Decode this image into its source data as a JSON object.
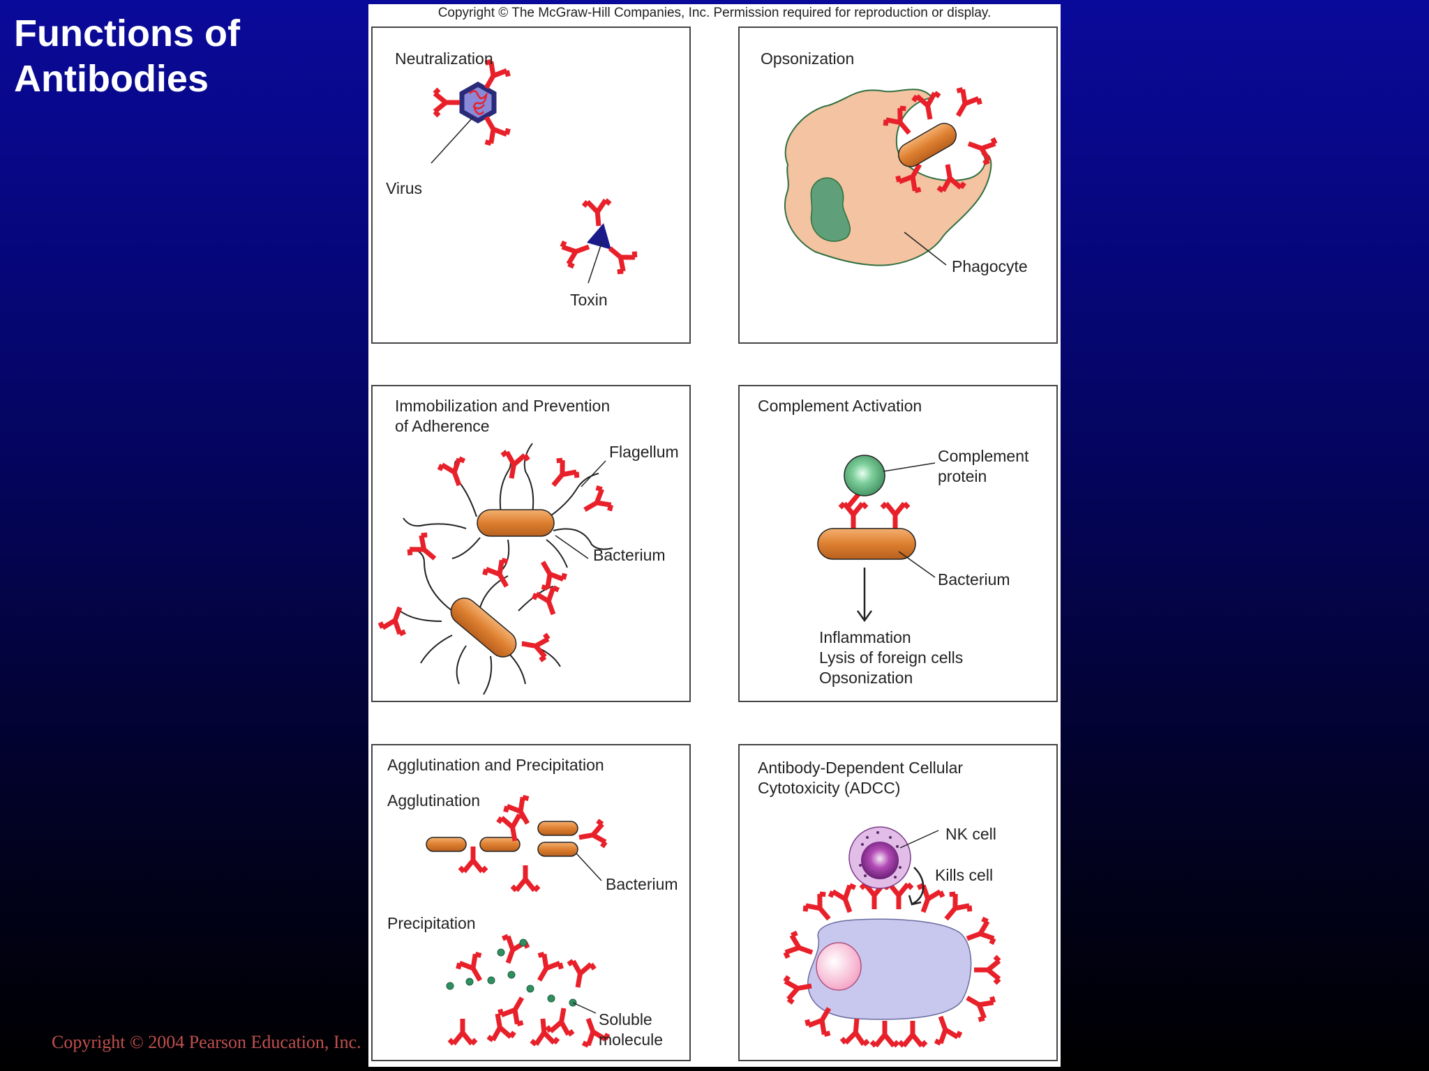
{
  "slide": {
    "title": "Functions of Antibodies",
    "footer": "Copyright © 2004 Pearson Education, Inc."
  },
  "figure": {
    "copyright": "Copyright © The McGraw-Hill Companies, Inc. Permission required for reproduction or display.",
    "panels": {
      "neutralization": {
        "title": "Neutralization",
        "virus": "Virus",
        "toxin": "Toxin"
      },
      "opsonization": {
        "title": "Opsonization",
        "phagocyte": "Phagocyte"
      },
      "immobilization": {
        "title_line1": "Immobilization and Prevention",
        "title_line2": "of Adherence",
        "flagellum": "Flagellum",
        "bacterium": "Bacterium"
      },
      "complement": {
        "title": "Complement Activation",
        "protein_line1": "Complement",
        "protein_line2": "protein",
        "bacterium": "Bacterium",
        "outcomes": [
          "Inflammation",
          "Lysis of foreign cells",
          "Opsonization"
        ]
      },
      "agglutination": {
        "title": "Agglutination and Precipitation",
        "sub1": "Agglutination",
        "bacterium": "Bacterium",
        "sub2": "Precipitation",
        "soluble_line1": "Soluble",
        "soluble_line2": "molecule"
      },
      "adcc": {
        "title_line1": "Antibody-Dependent Cellular",
        "title_line2": "Cytotoxicity (ADCC)",
        "nk": "NK cell",
        "kills": "Kills cell"
      }
    }
  },
  "colors": {
    "antibody": "#e8202a",
    "bacterium": "#e0883a",
    "phagocyte": "#f3c3a2",
    "toxin": "#1a1a8a",
    "complement_protein": "#6fbf8f",
    "nk_cell": "#b24bb6",
    "target_cell": "#c8c8ee"
  }
}
